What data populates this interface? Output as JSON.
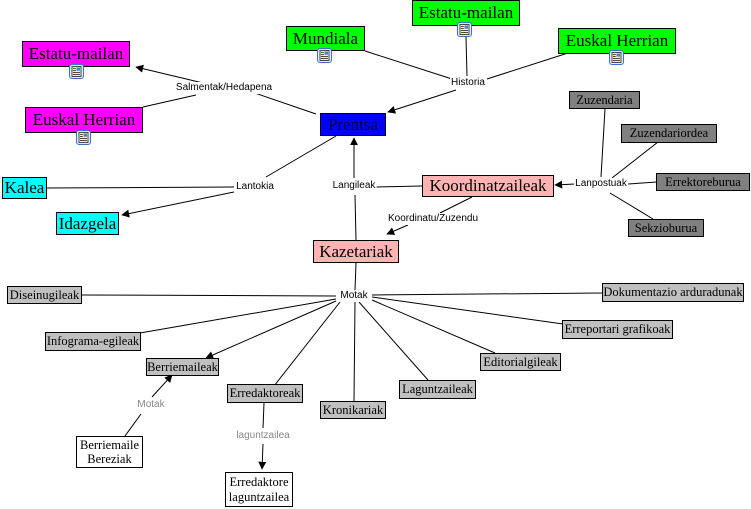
{
  "colors": {
    "magenta": "#ff00ff",
    "green": "#00ff00",
    "blue": "#0000ff",
    "cyan": "#00ffff",
    "pink": "#ffb3b3",
    "dark_grey": "#808080",
    "light_grey": "#c0c0c0",
    "white": "#ffffff",
    "link_grey_text": "#888888"
  },
  "nodes": {
    "prentsa": "Prentsa",
    "estatu_mailan_salmentak": "Estatu-mailan",
    "euskal_herrian_salmentak": "Euskal Herrian",
    "mundiala": "Mundiala",
    "estatu_mailan_historia": "Estatu-mailan",
    "euskal_herrian_historia": "Euskal Herrian",
    "kalea": "Kalea",
    "idazgela": "Idazgela",
    "koordinatzaileak": "Koordinatzaileak",
    "kazetariak": "Kazetariak",
    "zuzendaria": "Zuzendaria",
    "zuzendariordea": "Zuzendariordea",
    "errektoreburua": "Errektoreburua",
    "sekzioburua": "Sekzioburua",
    "diseinugileak": "Diseinugileak",
    "infograma_egileak": "Infograma-egileak",
    "berriemaileak": "Berriemaileak",
    "erredaktoreak": "Erredaktoreak",
    "kronikariak": "Kronikariak",
    "laguntzaileak": "Laguntzaileak",
    "editorialgileak": "Editorialgileak",
    "erreportari_grafikoak": "Erreportari grafikoak",
    "dokumentazio_arduradunak": "Dokumentazio arduradunak",
    "berriemaile_bereziak": "Berriemaile Bereziak",
    "erredaktore_laguntzailea": "Erredaktore laguntzailea"
  },
  "link_labels": {
    "salmentak_hedapena": "Salmentak/Hedapena",
    "historia": "Historia",
    "lantokia": "Lantokia",
    "langileak": "Langileak",
    "lanpostuak": "Lanpostuak",
    "koordinatu_zuzendu": "Koordinatu/Zuzendu",
    "motak": "Motak",
    "motak_berriemaileak": "Motak",
    "laguntzailea": "laguntzailea"
  },
  "icons": {
    "resource": "document-image-icon"
  }
}
